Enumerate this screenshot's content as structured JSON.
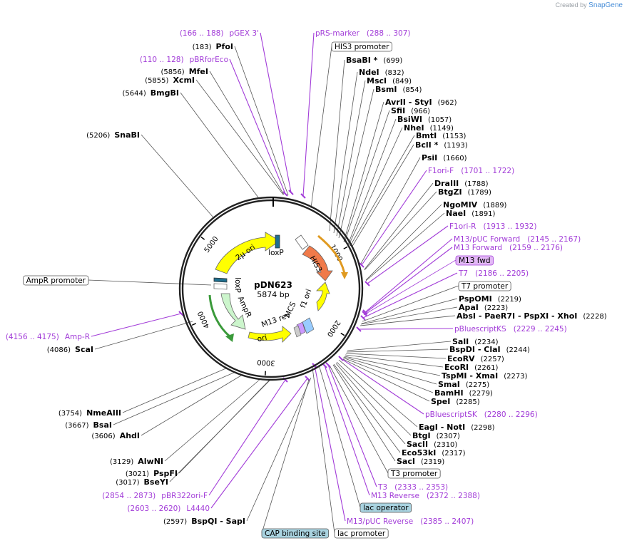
{
  "credit": {
    "prefix": "Created by",
    "brand": "SnapGene"
  },
  "plasmid": {
    "name": "pDN623",
    "size": "5874 bp"
  },
  "ticks": [
    {
      "label": "1000",
      "pos": 1000
    },
    {
      "label": "2000",
      "pos": 2000
    },
    {
      "label": "3000",
      "pos": 3000
    },
    {
      "label": "4000",
      "pos": 4000
    },
    {
      "label": "5000",
      "pos": 5000
    }
  ],
  "features": [
    {
      "name": "2μ ori",
      "color": "#ffff00"
    },
    {
      "name": "loxP",
      "color": "#1f6f8f"
    },
    {
      "name": "HIS3",
      "color": "#f07a4a"
    },
    {
      "name": "f1 ori",
      "color": "#ffff00"
    },
    {
      "name": "MCS",
      "color": "#66ccff"
    },
    {
      "name": "M13 rev",
      "color": "#cccccc"
    },
    {
      "name": "ori",
      "color": "#ffff00"
    },
    {
      "name": "AmpR",
      "color": "#ccf5cc"
    },
    {
      "name": "loxP",
      "color": "#1f6f8f"
    }
  ],
  "labels": [
    {
      "kind": "primer",
      "text": "pGEX 3'",
      "range": "(166 .. 188)"
    },
    {
      "kind": "primer",
      "text": "pRS-marker",
      "range": "(288 .. 307)"
    },
    {
      "kind": "site",
      "pos": "(183)",
      "enzymes": "PfoI"
    },
    {
      "kind": "box",
      "text": "HIS3 promoter"
    },
    {
      "kind": "primer",
      "text": "pBRforEco",
      "range": "(110 .. 128)"
    },
    {
      "kind": "site",
      "pos": "(699)",
      "enzymes": "BsaBI *"
    },
    {
      "kind": "site",
      "pos": "(5856)",
      "enzymes": "MfeI"
    },
    {
      "kind": "site",
      "pos": "(832)",
      "enzymes": "NdeI"
    },
    {
      "kind": "site",
      "pos": "(5855)",
      "enzymes": "XcmI"
    },
    {
      "kind": "site",
      "pos": "(849)",
      "enzymes": "MscI"
    },
    {
      "kind": "site",
      "pos": "(854)",
      "enzymes": "BsmI"
    },
    {
      "kind": "site",
      "pos": "(5644)",
      "enzymes": "BmgBI"
    },
    {
      "kind": "site",
      "pos": "(962)",
      "enzymes": "AvrII   - StyI"
    },
    {
      "kind": "site",
      "pos": "(966)",
      "enzymes": "SfiI"
    },
    {
      "kind": "site",
      "pos": "(1057)",
      "enzymes": "BsiWI"
    },
    {
      "kind": "site",
      "pos": "(1149)",
      "enzymes": "NheI"
    },
    {
      "kind": "site",
      "pos": "(1153)",
      "enzymes": "BmtI"
    },
    {
      "kind": "site",
      "pos": "(5206)",
      "enzymes": "SnaBI"
    },
    {
      "kind": "site",
      "pos": "(1193)",
      "enzymes": "BclI *"
    },
    {
      "kind": "site",
      "pos": "(1660)",
      "enzymes": "PsiI"
    },
    {
      "kind": "primer",
      "text": "F1ori-F",
      "range": "(1701 .. 1722)"
    },
    {
      "kind": "site",
      "pos": "(1788)",
      "enzymes": "DraIII"
    },
    {
      "kind": "site",
      "pos": "(1789)",
      "enzymes": "BtgZI"
    },
    {
      "kind": "site",
      "pos": "(1889)",
      "enzymes": "NgoMIV"
    },
    {
      "kind": "site",
      "pos": "(1891)",
      "enzymes": "NaeI"
    },
    {
      "kind": "primer",
      "text": "F1ori-R",
      "range": "(1913 .. 1932)"
    },
    {
      "kind": "primer",
      "text": "M13/pUC Forward",
      "range": "(2145 .. 2167)"
    },
    {
      "kind": "primer",
      "text": "M13 Forward",
      "range": "(2159 .. 2176)"
    },
    {
      "kind": "pbox",
      "text": "M13 fwd"
    },
    {
      "kind": "box",
      "text": "AmpR promoter"
    },
    {
      "kind": "primer",
      "text": "T7",
      "range": "(2186 .. 2205)"
    },
    {
      "kind": "box",
      "text": "T7 promoter"
    },
    {
      "kind": "site",
      "pos": "(2219)",
      "enzymes": "PspOMI"
    },
    {
      "kind": "site",
      "pos": "(2223)",
      "enzymes": "ApaI"
    },
    {
      "kind": "site",
      "pos": "(2228)",
      "enzymes": "AbsI   - PaeR7I   - PspXI   - XhoI"
    },
    {
      "kind": "primer",
      "text": "Amp-R",
      "range": "(4156 .. 4175)"
    },
    {
      "kind": "primer",
      "text": "pBluescriptKS",
      "range": "(2229 .. 2245)"
    },
    {
      "kind": "site",
      "pos": "(2234)",
      "enzymes": "SalI"
    },
    {
      "kind": "site",
      "pos": "(4086)",
      "enzymes": "ScaI"
    },
    {
      "kind": "site",
      "pos": "(2244)",
      "enzymes": "BspDI   - ClaI"
    },
    {
      "kind": "site",
      "pos": "(2257)",
      "enzymes": "EcoRV"
    },
    {
      "kind": "site",
      "pos": "(2261)",
      "enzymes": "EcoRI"
    },
    {
      "kind": "site",
      "pos": "(2273)",
      "enzymes": "TspMI   - XmaI"
    },
    {
      "kind": "site",
      "pos": "(2275)",
      "enzymes": "SmaI"
    },
    {
      "kind": "site",
      "pos": "(2279)",
      "enzymes": "BamHI"
    },
    {
      "kind": "site",
      "pos": "(2285)",
      "enzymes": "SpeI"
    },
    {
      "kind": "primer",
      "text": "pBluescriptSK",
      "range": "(2280 .. 2296)"
    },
    {
      "kind": "site",
      "pos": "(3754)",
      "enzymes": "NmeAIII"
    },
    {
      "kind": "site",
      "pos": "(2298)",
      "enzymes": "EagI   - NotI"
    },
    {
      "kind": "site",
      "pos": "(3667)",
      "enzymes": "BsaI"
    },
    {
      "kind": "site",
      "pos": "(2307)",
      "enzymes": "BtgI"
    },
    {
      "kind": "site",
      "pos": "(3606)",
      "enzymes": "AhdI"
    },
    {
      "kind": "site",
      "pos": "(2310)",
      "enzymes": "SacII"
    },
    {
      "kind": "site",
      "pos": "(2317)",
      "enzymes": "Eco53kI"
    },
    {
      "kind": "site",
      "pos": "(3129)",
      "enzymes": "AlwNI"
    },
    {
      "kind": "site",
      "pos": "(2319)",
      "enzymes": "SacI"
    },
    {
      "kind": "box",
      "text": "T3 promoter"
    },
    {
      "kind": "site",
      "pos": "(3021)",
      "enzymes": "PspFI"
    },
    {
      "kind": "site",
      "pos": "(3017)",
      "enzymes": "BseYI"
    },
    {
      "kind": "primer",
      "text": "T3",
      "range": "(2333 .. 2353)"
    },
    {
      "kind": "primer",
      "text": "pBR322ori-F",
      "range": "(2854 .. 2873)"
    },
    {
      "kind": "primer",
      "text": "M13 Reverse",
      "range": "(2372 .. 2388)"
    },
    {
      "kind": "primer",
      "text": "L4440",
      "range": "(2603 .. 2620)"
    },
    {
      "kind": "bbox",
      "text": "lac operator"
    },
    {
      "kind": "site",
      "pos": "(2597)",
      "enzymes": "BspQI   - SapI"
    },
    {
      "kind": "primer",
      "text": "M13/pUC Reverse",
      "range": "(2385 .. 2407)"
    },
    {
      "kind": "bbox",
      "text": "CAP binding site"
    },
    {
      "kind": "box",
      "text": "lac promoter"
    }
  ]
}
